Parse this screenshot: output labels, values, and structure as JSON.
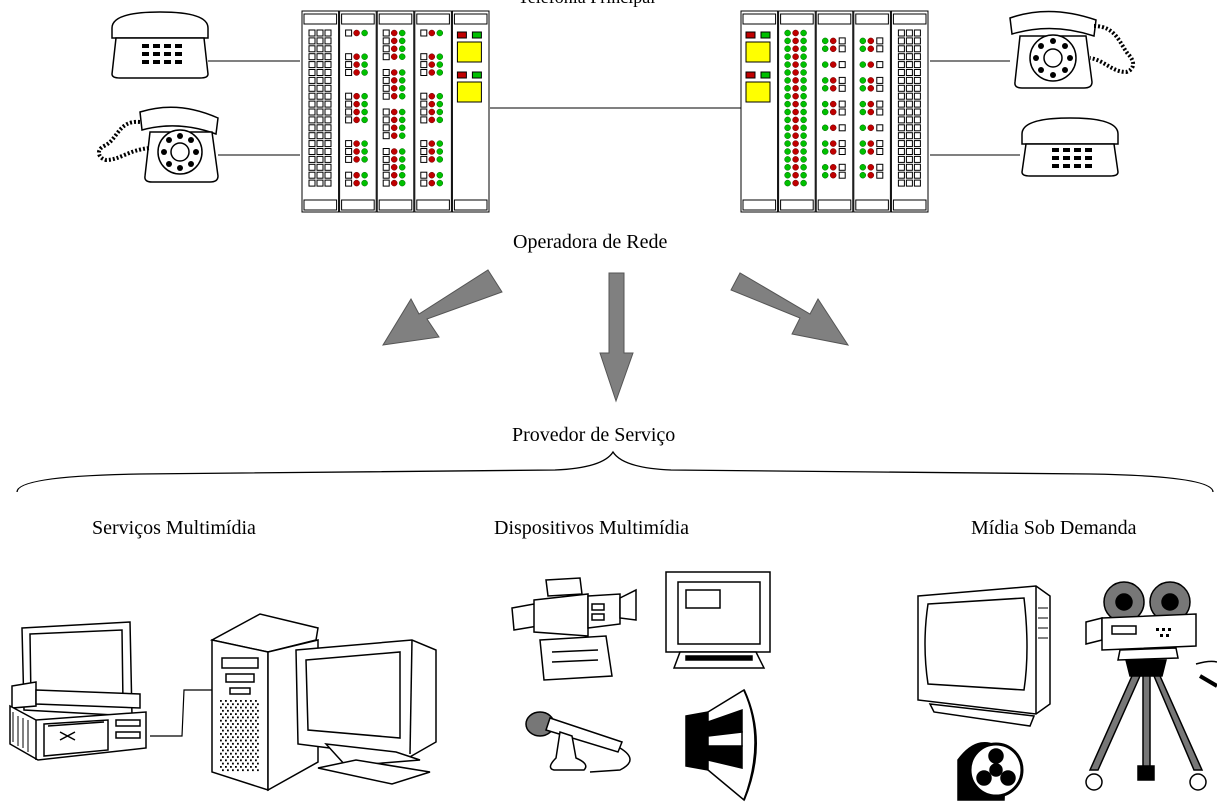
{
  "top_caption": "Telefonia Principal",
  "operator_label": "Operadora  de  Rede",
  "provider_label": "Provedor de Serviço",
  "categories": [
    {
      "label": "Serviços Multimídia"
    },
    {
      "label": "Dispositivos Multimídia"
    },
    {
      "label": "Mídia Sob Demanda"
    }
  ],
  "colors": {
    "led_red": "#c00000",
    "led_green": "#00c000",
    "indicator_yellow": "#ffff00",
    "arrow_gray": "#808080",
    "line_black": "#000000"
  },
  "icons": [
    "push-button-phone-icon",
    "rotary-phone-icon",
    "telephone-switch-rack-icon",
    "desktop-computer-icon",
    "tower-pc-icon",
    "monitor-icon",
    "camcorder-icon",
    "microphone-icon",
    "speaker-icon",
    "television-icon",
    "film-projector-icon",
    "film-reel-icon"
  ]
}
